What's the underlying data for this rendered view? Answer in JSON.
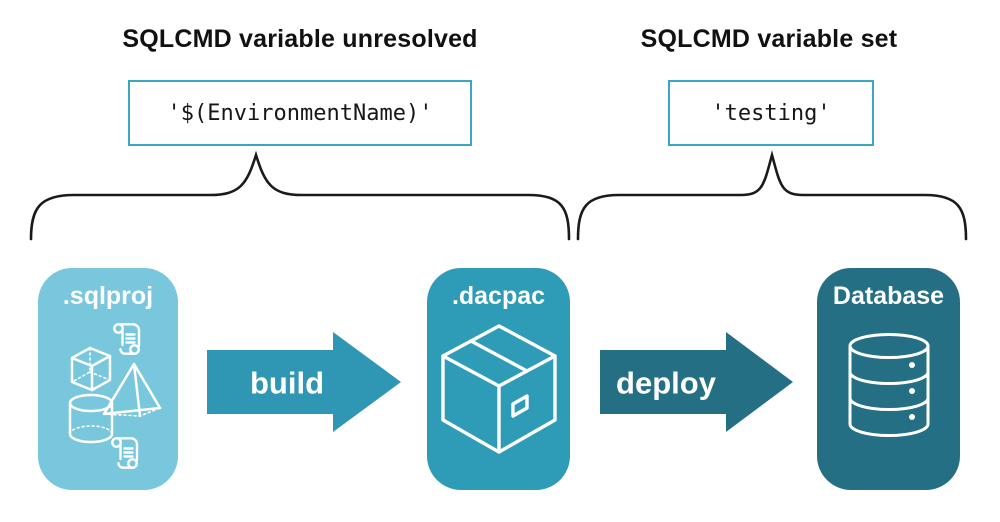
{
  "annotations": {
    "left": {
      "heading": "SQLCMD variable unresolved",
      "code": "'$(EnvironmentName)'"
    },
    "right": {
      "heading": "SQLCMD variable set",
      "code": "'testing'"
    }
  },
  "pipeline": {
    "nodes": [
      {
        "id": "sqlproj",
        "label": ".sqlproj",
        "fill": "#79c7dc",
        "icon": "sql-objects-icon"
      },
      {
        "id": "dacpac",
        "label": ".dacpac",
        "fill": "#2f9cb7",
        "icon": "package-icon"
      },
      {
        "id": "database",
        "label": "Database",
        "fill": "#246f84",
        "icon": "database-icon"
      }
    ],
    "arrows": [
      {
        "label": "build",
        "fill": "#2f97b4"
      },
      {
        "label": "deploy",
        "fill": "#246f84"
      }
    ]
  },
  "colors": {
    "code_border": "#3aa7c2",
    "heading_text": "#111111",
    "brace_stroke": "#1a1a1a",
    "icon_stroke": "#ffffff",
    "node_label_text": "#ffffff"
  }
}
